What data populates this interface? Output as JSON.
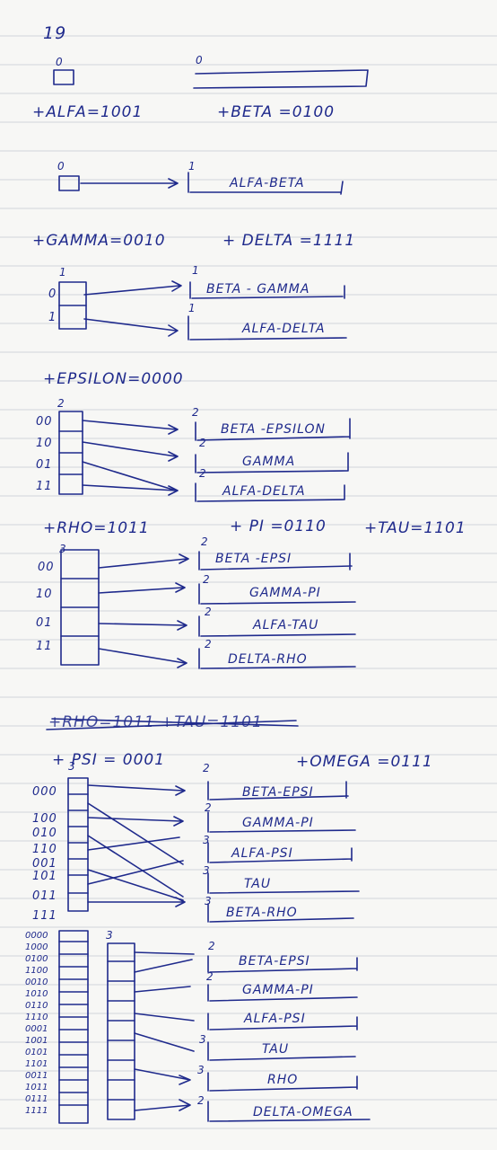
{
  "page": {
    "number": "19"
  },
  "step1": {
    "dir_depth": "0",
    "bucket_depth": "0",
    "insert_alfa": "+ALFA=1001",
    "insert_beta": "+BETA =0100"
  },
  "step2": {
    "dir_depth": "0",
    "bucket_depth": "1",
    "bucket": "ALFA-BETA"
  },
  "step3": {
    "insert_gamma": "+GAMMA=0010",
    "insert_delta": "+ DELTA =1111",
    "dir_depth": "1",
    "dir_labels": [
      "0",
      "1"
    ],
    "bucket_depths": [
      "1",
      "1"
    ],
    "buckets": [
      "BETA - GAMMA",
      "ALFA-DELTA"
    ]
  },
  "step4": {
    "insert_epsilon": "+EPSILON=0000",
    "dir_depth": "2",
    "dir_labels": [
      "00",
      "10",
      "01",
      "11"
    ],
    "bucket_depths": [
      "2",
      "2",
      "2"
    ],
    "buckets": [
      "BETA -EPSILON",
      "GAMMA",
      "ALFA-DELTA"
    ]
  },
  "step5": {
    "insert_rho": "+RHO=1011",
    "insert_pi": "+ PI =0110",
    "insert_tau": "+TAU=1101",
    "dir_depth": "3",
    "dir_labels": [
      "00",
      "10",
      "01",
      "11"
    ],
    "bucket_depths": [
      "2",
      "2",
      "2",
      "2"
    ],
    "buckets": [
      "BETA -EPSI",
      "GAMMA-PI",
      "ALFA-TAU",
      "DELTA-RHO"
    ]
  },
  "step6": {
    "crossed_out": "+RHO=1011 +TAU=1101",
    "insert_psi": "+ PSI = 0001",
    "insert_omega": "+OMEGA =0111",
    "dir_depth": "3",
    "dir_labels": [
      "000",
      "100",
      "010",
      "110",
      "001",
      "101",
      "011",
      "111"
    ],
    "bucket_depths": [
      "2",
      "2",
      "3",
      "3",
      "3"
    ],
    "buckets": [
      "BETA-EPSI",
      "GAMMA-PI",
      "ALFA-PSI",
      "TAU",
      "BETA-RHO"
    ]
  },
  "step7": {
    "dir_depth": "3",
    "dir_labels": [
      "0000",
      "1000",
      "0100",
      "1100",
      "0010",
      "1010",
      "0110",
      "1110",
      "0001",
      "1001",
      "0101",
      "1101",
      "0011",
      "1011",
      "0111",
      "1111"
    ],
    "bucket_depths": [
      "2",
      "2",
      "3",
      "3",
      "2"
    ],
    "buckets": [
      "BETA-EPSI",
      "GAMMA-PI",
      "ALFA-PSI",
      "TAU",
      "RHO",
      "DELTA-OMEGA"
    ]
  }
}
